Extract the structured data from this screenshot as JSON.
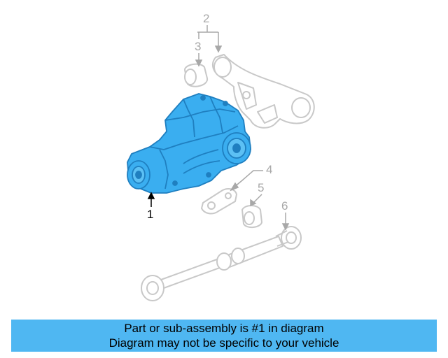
{
  "colors": {
    "highlight": "#3aaef0",
    "highlight_dark": "#1f7fc0",
    "ghost": "#c8c8c8",
    "banner_bg": "#4fb7f2",
    "callout_active": "#000000",
    "callout_ghost": "#a8a8a8"
  },
  "callouts": {
    "c1": "1",
    "c2": "2",
    "c3": "3",
    "c4": "4",
    "c5": "5",
    "c6": "6"
  },
  "banner": {
    "line1": "Part or sub-assembly is #1 in diagram",
    "line2": "Diagram may not be specific to your vehicle"
  }
}
